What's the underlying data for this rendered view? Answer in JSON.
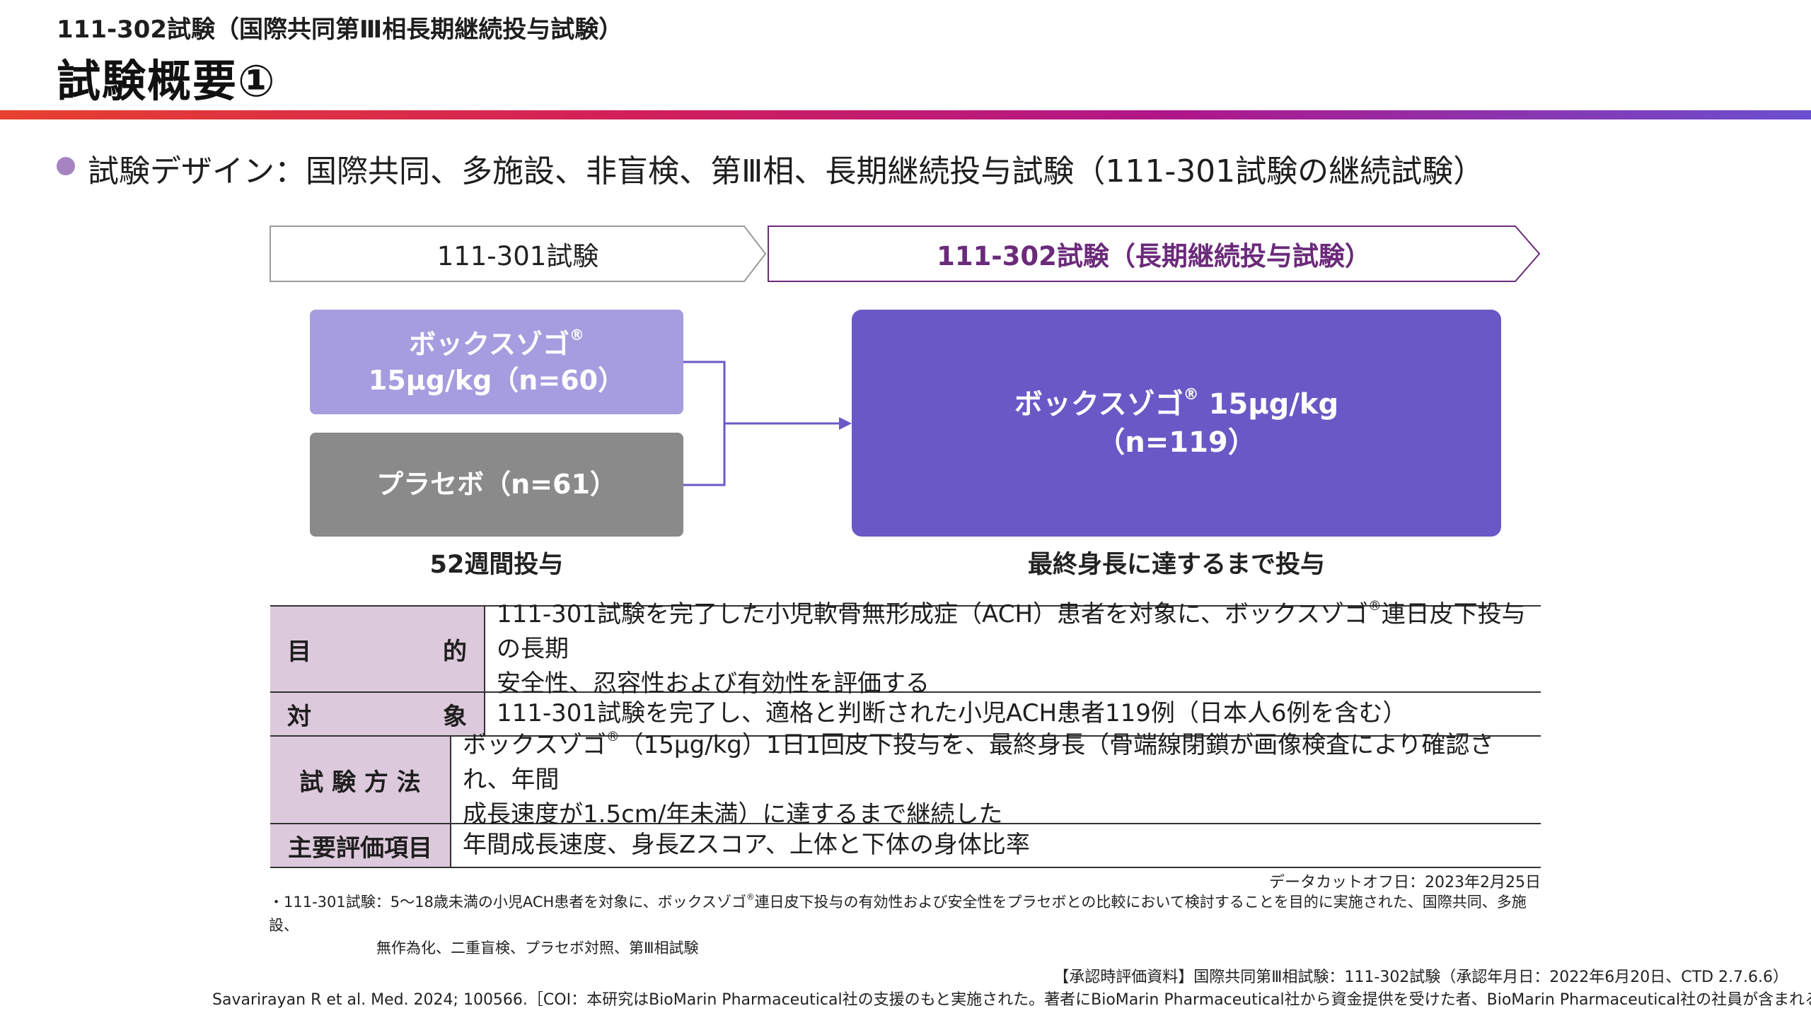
{
  "header": {
    "subtitle": "111-302試験（国際共同第Ⅲ相長期継続投与試験）",
    "title": "試験概要①"
  },
  "design": {
    "text": "試験デザイン：国際共同、多施設、非盲検、第Ⅲ相、長期継続投与試験（111-301試験の継続試験）"
  },
  "diagram": {
    "phase1": "111-301試験",
    "phase2": "111-302試験（長期継続投与試験）",
    "box_vox1_line1": "ボックスゾゴ",
    "box_vox1_reg": "®",
    "box_vox1_line2": "15μg/kg（n=60）",
    "box_placebo": "プラセボ（n=61）",
    "box_vox2_line1": "ボックスゾゴ",
    "box_vox2_reg": "®",
    "box_vox2_line1b": " 15μg/kg",
    "box_vox2_line2": "（n=119）",
    "caption_left": "52週間投与",
    "caption_right": "最終身長に達するまで投与"
  },
  "table": {
    "rows": [
      {
        "head_a": "目",
        "head_b": "的",
        "body_l1": "111-301試験を完了した小児軟骨無形成症（ACH）患者を対象に、ボックスゾゴ",
        "body_reg": "®",
        "body_l1b": "連日皮下投与の長期",
        "body_l2": "安全性、忍容性および有効性を評価する"
      },
      {
        "head_a": "対",
        "head_b": "象",
        "body": "111-301試験を完了し、適格と判断された小児ACH患者119例（日本人6例を含む）"
      },
      {
        "head": "試 験 方 法",
        "body_l1": "ボックスゾゴ",
        "body_reg": "®",
        "body_l1b": "（15μg/kg）1日1回皮下投与を、最終身長（骨端線閉鎖が画像検査により確認され、年間",
        "body_l2": "成長速度が1.5cm/年未満）に達するまで継続した"
      },
      {
        "head": "主要評価項目",
        "body": "年間成長速度、身長Zスコア、上体と下体の身体比率"
      }
    ]
  },
  "notes": {
    "datacut": "データカットオフ日：2023年2月25日",
    "footnote_l1a": "・111-301試験：5～18歳未満の小児ACH患者を対象に、ボックスゾゴ",
    "footnote_reg": "®",
    "footnote_l1b": "連日皮下投与の有効性および安全性をプラセボとの比較において検討することを目的に実施された、国際共同、多施設、",
    "footnote_l2": "無作為化、二重盲検、プラセボ対照、第Ⅲ相試験",
    "ref1": "【承認時評価資料】国際共同第Ⅲ相試験：111-302試験（承認年月日：2022年6月20日、CTD 2.7.6.6）",
    "ref2": "Savarirayan R et al. Med. 2024; 100566.［COI：本研究はBioMarin Pharmaceutical社の支援のもと実施された。著者にBioMarin Pharmaceutical社から資金提供を受けた者、BioMarin Pharmaceutical社の社員が含まれる］"
  },
  "colors": {
    "accent_purple": "#6a58c6",
    "light_purple": "#a59ddf",
    "placebo_gray": "#8a8a8a",
    "phase2_text": "#6b2a7a",
    "table_head_bg": "#ddc9dc",
    "bullet": "#a783c2"
  }
}
